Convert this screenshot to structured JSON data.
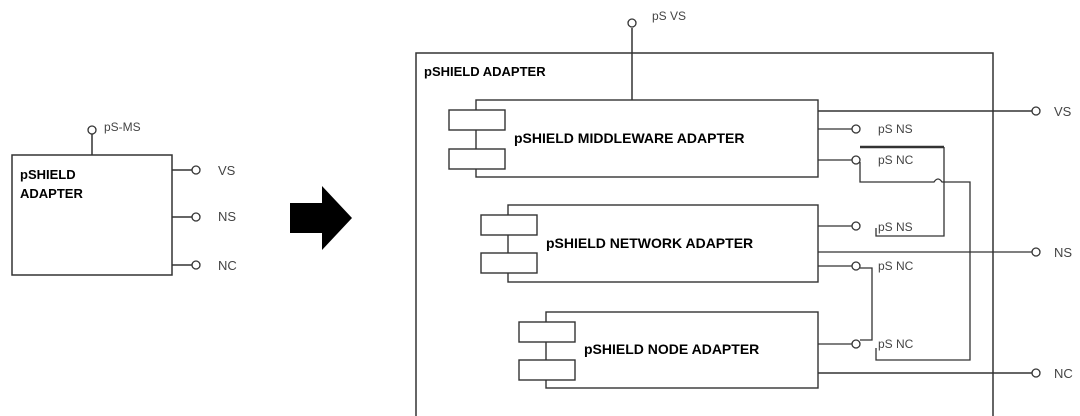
{
  "left_block": {
    "title_line1": "pSHIELD",
    "title_line2": "ADAPTER",
    "top_port": "pS-MS",
    "ports": [
      "VS",
      "NS",
      "NC"
    ]
  },
  "right_block": {
    "title": "pSHIELD ADAPTER",
    "top_port": "pS VS",
    "middleware": {
      "label": "pSHIELD MIDDLEWARE ADAPTER",
      "port_ns": "pS NS",
      "port_nc": "pS NC"
    },
    "network": {
      "label": "pSHIELD NETWORK ADAPTER",
      "port_ns": "pS NS",
      "port_nc": "pS NC"
    },
    "node": {
      "label": "pSHIELD NODE ADAPTER",
      "port_nc": "pS NC"
    },
    "outputs": [
      "VS",
      "NS",
      "NC"
    ]
  },
  "arrow": "right-arrow"
}
